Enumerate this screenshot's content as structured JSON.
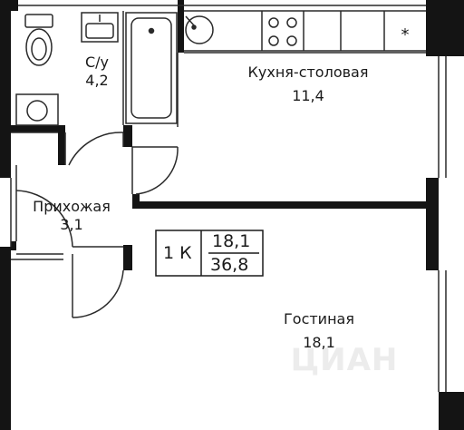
{
  "rooms": {
    "bathroom": {
      "name": "С/у",
      "area": "4,2"
    },
    "kitchen": {
      "name": "Кухня-столовая",
      "area": "11,4"
    },
    "hallway": {
      "name": "Прихожая",
      "area": "3,1"
    },
    "living": {
      "name": "Гостиная",
      "area": "18,1"
    }
  },
  "summary": {
    "rooms_count": "1 К",
    "living_area": "18,1",
    "total_area": "36,8"
  },
  "fixtures": {
    "fridge_symbol": "*"
  },
  "watermark": "ЦИАН",
  "colors": {
    "wall": "#141414",
    "line": "#2a2a2a",
    "background": "#ffffff"
  }
}
